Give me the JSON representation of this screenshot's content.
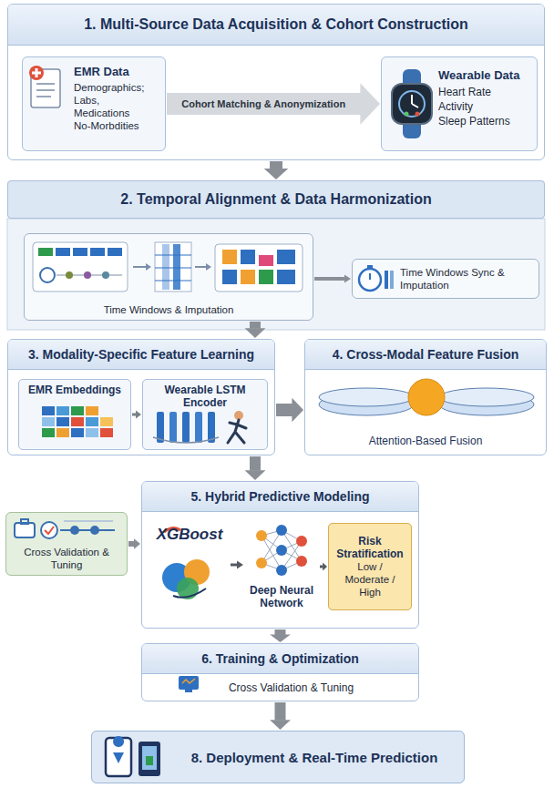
{
  "diagram": {
    "nodes": [
      {
        "text": [
          "1. Multi-Source Data Acquisition & Cohort Construction"
        ]
      },
      {
        "text": [
          "EMR Data",
          "Demographics;",
          "Labs,",
          "Medications",
          "No-Morbdities"
        ],
        "in": 0
      },
      {
        "text": [
          "Wearable Data",
          "Heart Rate",
          "Activity",
          "Sleep Patterns"
        ],
        "in": 0
      },
      {
        "text": [
          "2. Temporal Alignment & Data Harmonization"
        ]
      },
      {
        "text": [
          "Time Windows & Imputation"
        ]
      },
      {
        "text": [
          "Time Windows Sync & Imputation"
        ]
      },
      {
        "text": [
          "3. Modality-Specific Feature Learning"
        ]
      },
      {
        "text": [
          "EMR Embeddings"
        ],
        "in": 6
      },
      {
        "text": [
          "Wearable LSTM Encoder"
        ],
        "in": 6
      },
      {
        "text": [
          "4. Cross-Modal Feature Fusion",
          "Attention-Based Fusion"
        ]
      },
      {
        "text": [
          "5. Hybrid Predictive Modeling"
        ]
      },
      {
        "text": [
          "XGBoost"
        ],
        "in": 10
      },
      {
        "text": [
          "Deep Neural Network"
        ],
        "in": 10
      },
      {
        "text": [
          "Risk Stratification",
          "Low / Moderate / High"
        ],
        "in": 10
      },
      {
        "text": [
          "Cross Validation & Tuning"
        ]
      },
      {
        "text": [
          "6. Training & Optimization",
          "Cross Validation & Tuning"
        ]
      },
      {
        "text": [
          "8. Deployment & Real-Time Prediction"
        ]
      }
    ],
    "edges": [
      {
        "from": 1,
        "to": 2,
        "label": "Cohort Matching & Anonymization",
        "arrow": "to"
      },
      {
        "from": 0,
        "to": 3,
        "arrow": "to"
      },
      {
        "from": 4,
        "to": 5,
        "arrow": "to"
      },
      {
        "from": 4,
        "to": 6,
        "arrow": "to"
      },
      {
        "from": 7,
        "to": 8,
        "arrow": "to"
      },
      {
        "from": 6,
        "to": 9,
        "arrow": "to"
      },
      {
        "from": 6,
        "to": 10,
        "arrow": "to"
      },
      {
        "from": 14,
        "to": 10,
        "arrow": "to"
      },
      {
        "from": 11,
        "to": 12,
        "arrow": "to"
      },
      {
        "from": 12,
        "to": 13,
        "arrow": "to"
      },
      {
        "from": 10,
        "to": 15,
        "arrow": "to"
      },
      {
        "from": 15,
        "to": 16,
        "arrow": "to"
      }
    ]
  }
}
